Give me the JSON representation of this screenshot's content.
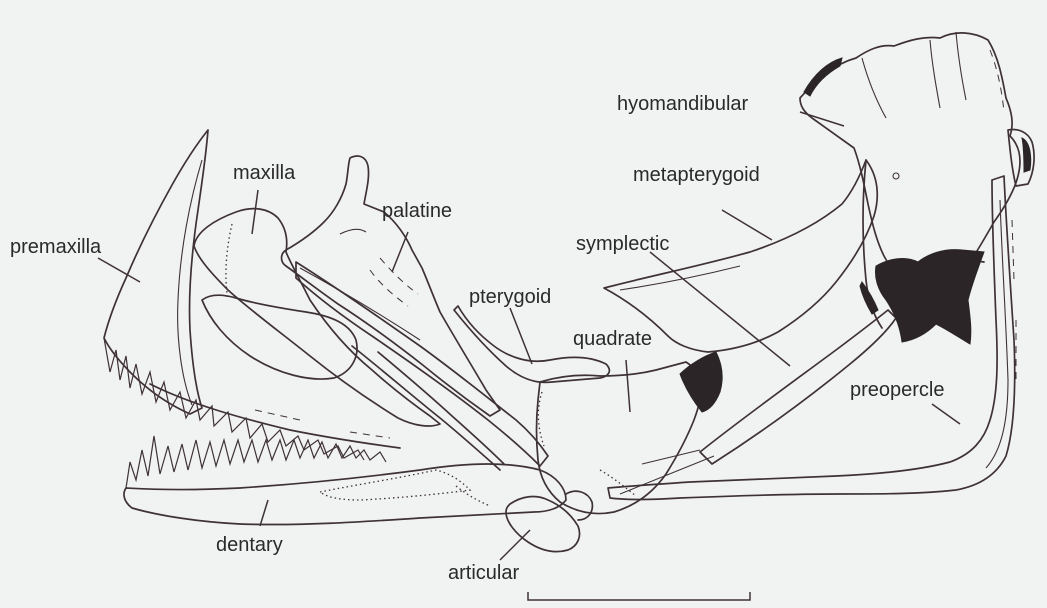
{
  "labels": {
    "hyomandibular": "hyomandibular",
    "maxilla": "maxilla",
    "metapterygoid": "metapterygoid",
    "palatine": "palatine",
    "premaxilla": "premaxilla",
    "symplectic": "symplectic",
    "pterygoid": "pterygoid",
    "quadrate": "quadrate",
    "preopercle": "preopercle",
    "dentary": "dentary",
    "articular": "articular"
  },
  "colors": {
    "background": "#f1f2f2",
    "line": "#3e3235",
    "cartilage": "#2b2527",
    "text": "#2a2a2a"
  }
}
